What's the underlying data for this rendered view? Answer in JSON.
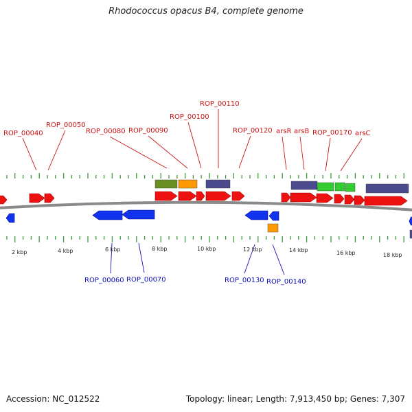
{
  "title": "Rhodococcus opacus B4, complete genome",
  "footer": {
    "accession": "Accession: NC_012522",
    "summary": "Topology: linear; Length: 7,913,450 bp; Genes: 7,307"
  },
  "colors": {
    "forward_cds": "#ee1111",
    "reverse_cds": "#1133ee",
    "olive": "#6b8e23",
    "orange": "#ff9900",
    "navy": "#4b4a8c",
    "green": "#33cc33",
    "backbone": "#8a8a8a",
    "ticks": "#3a9a3a",
    "label_top": "#cc1111",
    "label_bottom": "#1111bb"
  },
  "scale_labels": [
    "2 kbp",
    "4 kbp",
    "6 kbp",
    "8 kbp",
    "10 kbp",
    "12 kbp",
    "14 kbp",
    "16 kbp",
    "18 kbp"
  ],
  "genes": [
    {
      "label": "ROP_00040"
    },
    {
      "label": "ROP_00050"
    },
    {
      "label": "ROP_00080"
    },
    {
      "label": "ROP_00090"
    },
    {
      "label": "ROP_00100"
    },
    {
      "label": "ROP_00110"
    },
    {
      "label": "ROP_00120"
    },
    {
      "label": "arsR"
    },
    {
      "label": "arsB"
    },
    {
      "label": "ROP_00170"
    },
    {
      "label": "arsC"
    },
    {
      "label": "ROP_00060"
    },
    {
      "label": "ROP_00070"
    },
    {
      "label": "ROP_00130"
    },
    {
      "label": "ROP_00140"
    }
  ]
}
